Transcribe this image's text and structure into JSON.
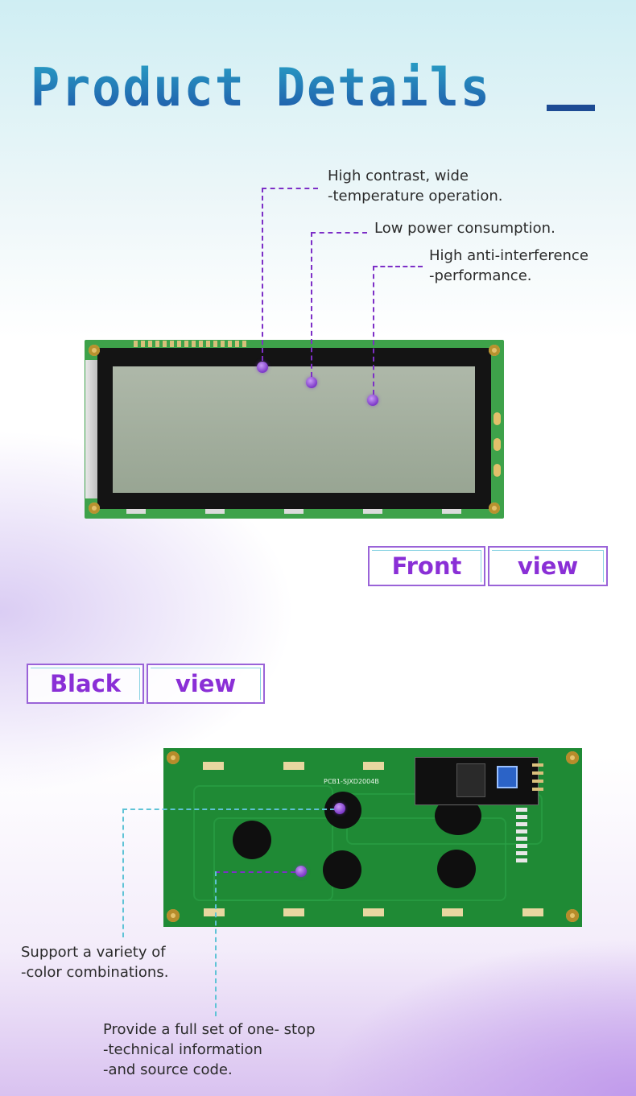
{
  "header": {
    "title": "Product Details"
  },
  "front": {
    "notes": [
      {
        "line1": "High contrast, wide",
        "line2": "-temperature operation."
      },
      {
        "line1": "Low power consumption."
      },
      {
        "line1": "High anti-interference",
        "line2": "-performance."
      }
    ],
    "badge": {
      "left": "Front",
      "right": "view"
    }
  },
  "back": {
    "badge": {
      "left": "Black",
      "right": "view"
    },
    "pcb_label": "PCB1-SJXD2004B",
    "notes": [
      {
        "line1": "Support a variety of",
        "line2": "-color combinations."
      },
      {
        "line1": "Provide a full set of one- stop",
        "line2": "-technical information",
        "line3": "-and source code."
      }
    ]
  },
  "colors": {
    "title_gradient": [
      "#2aa7c8",
      "#1e4fa6"
    ],
    "accent_purple": "#8a2fd6",
    "dash_cyan": "#5fc3d6",
    "pcb_green": "#3ea24a"
  }
}
